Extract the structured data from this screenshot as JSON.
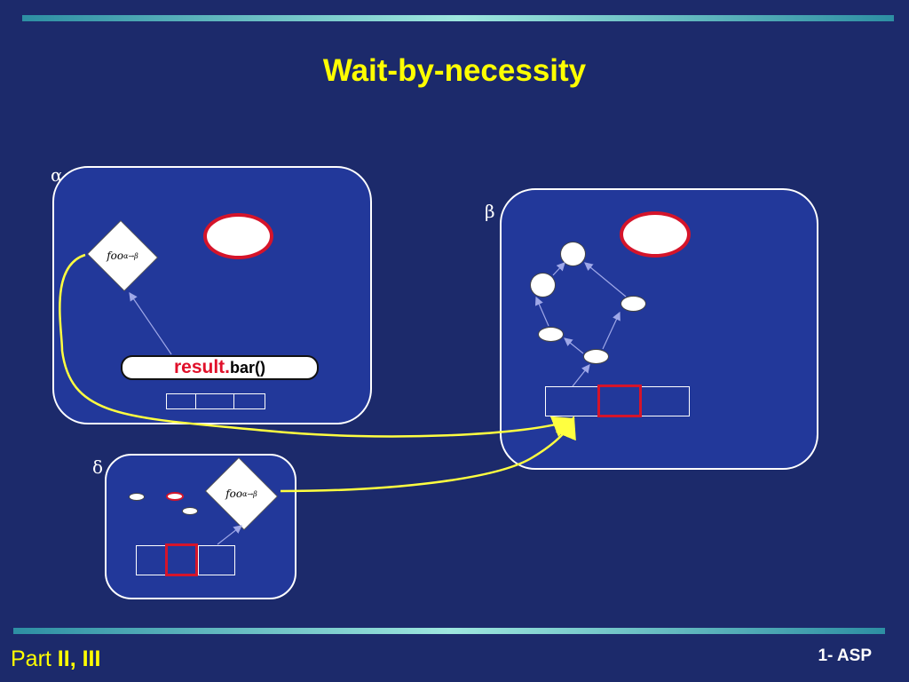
{
  "slide": {
    "title": "Wait-by-necessity",
    "footer_left_prefix": "Part ",
    "footer_left_bold": "II, III",
    "footer_right": "1- ASP"
  },
  "activities": {
    "alpha": {
      "label": "α"
    },
    "beta": {
      "label": "β"
    },
    "delta": {
      "label": "δ"
    }
  },
  "future": {
    "name": "foo",
    "superscript": "α→β"
  },
  "call": {
    "target": "result.",
    "method": "bar()"
  },
  "colors": {
    "background": "#1c2a6b",
    "activity_fill": "#22389a",
    "title": "#ffff00",
    "request_red": "#d5142a",
    "reference_line": "#ffff40",
    "arrow": "#9fa8e8"
  }
}
